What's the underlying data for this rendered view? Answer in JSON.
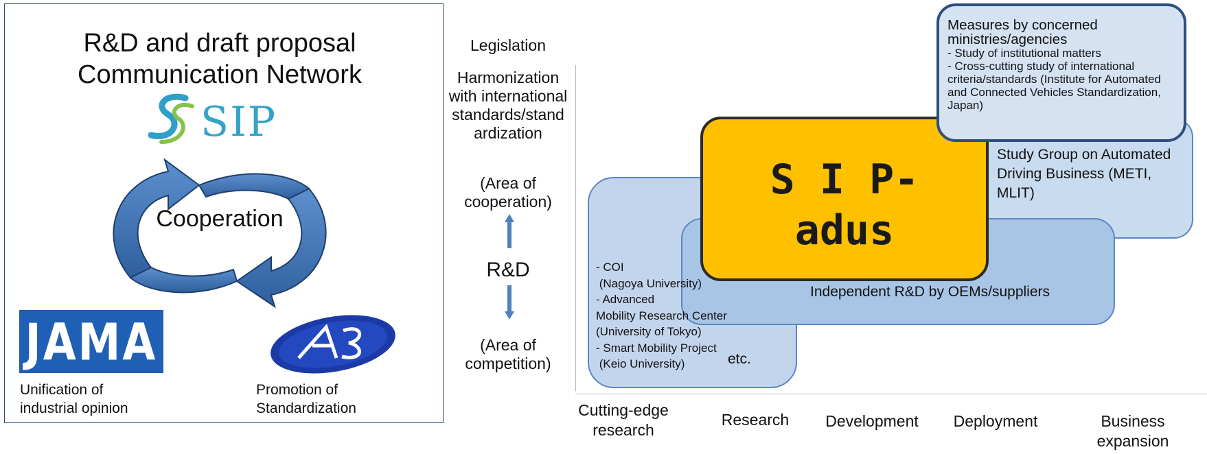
{
  "left_panel": {
    "title_line1": "R&D and draft proposal",
    "title_line2": "Communication Network",
    "sip_logo_text": "SIP",
    "cycle_label": "Cooperation",
    "jama_logo_text": "JAMA",
    "jama_caption_line1": "Unification of",
    "jama_caption_line2": "industrial opinion",
    "jsae_caption_line1": "Promotion of",
    "jsae_caption_line2": "Standardization"
  },
  "middle": {
    "legislation": "Legislation",
    "harmonization": "Harmonization with international standards/stand ardization",
    "area_cooperation": "(Area of cooperation)",
    "rd": "R&D",
    "area_competition": "(Area of competition)"
  },
  "right": {
    "sip_adus_line1": "S I P-",
    "sip_adus_line2": "adus",
    "measures_title": "Measures by concerned ministries/agencies",
    "measures_items": [
      "- Study of institutional matters",
      "- Cross-cutting study of international criteria/standards (Institute for Automated and Connected Vehicles Standardization, Japan)"
    ],
    "study_group": "Study Group on Automated Driving Business (METI, MLIT)",
    "independent": "Independent R&D by OEMs/suppliers",
    "univ_items": [
      "- COI",
      " (Nagoya University)",
      "- Advanced",
      "Mobility Research Center",
      "(University of Tokyo)",
      "- Smart Mobility Project",
      " (Keio University)"
    ],
    "univ_etc": "etc."
  },
  "x_axis": {
    "labels": [
      "Cutting-edge research",
      "Research",
      "Development",
      "Deployment",
      "Business expansion"
    ]
  },
  "colors": {
    "sip_yellow": "#ffc000",
    "box_blue": "#c2d5ec",
    "border_blue": "#5b87c3",
    "arrow_blue": "#4f81bd",
    "jama_blue": "#1f5fb4"
  }
}
